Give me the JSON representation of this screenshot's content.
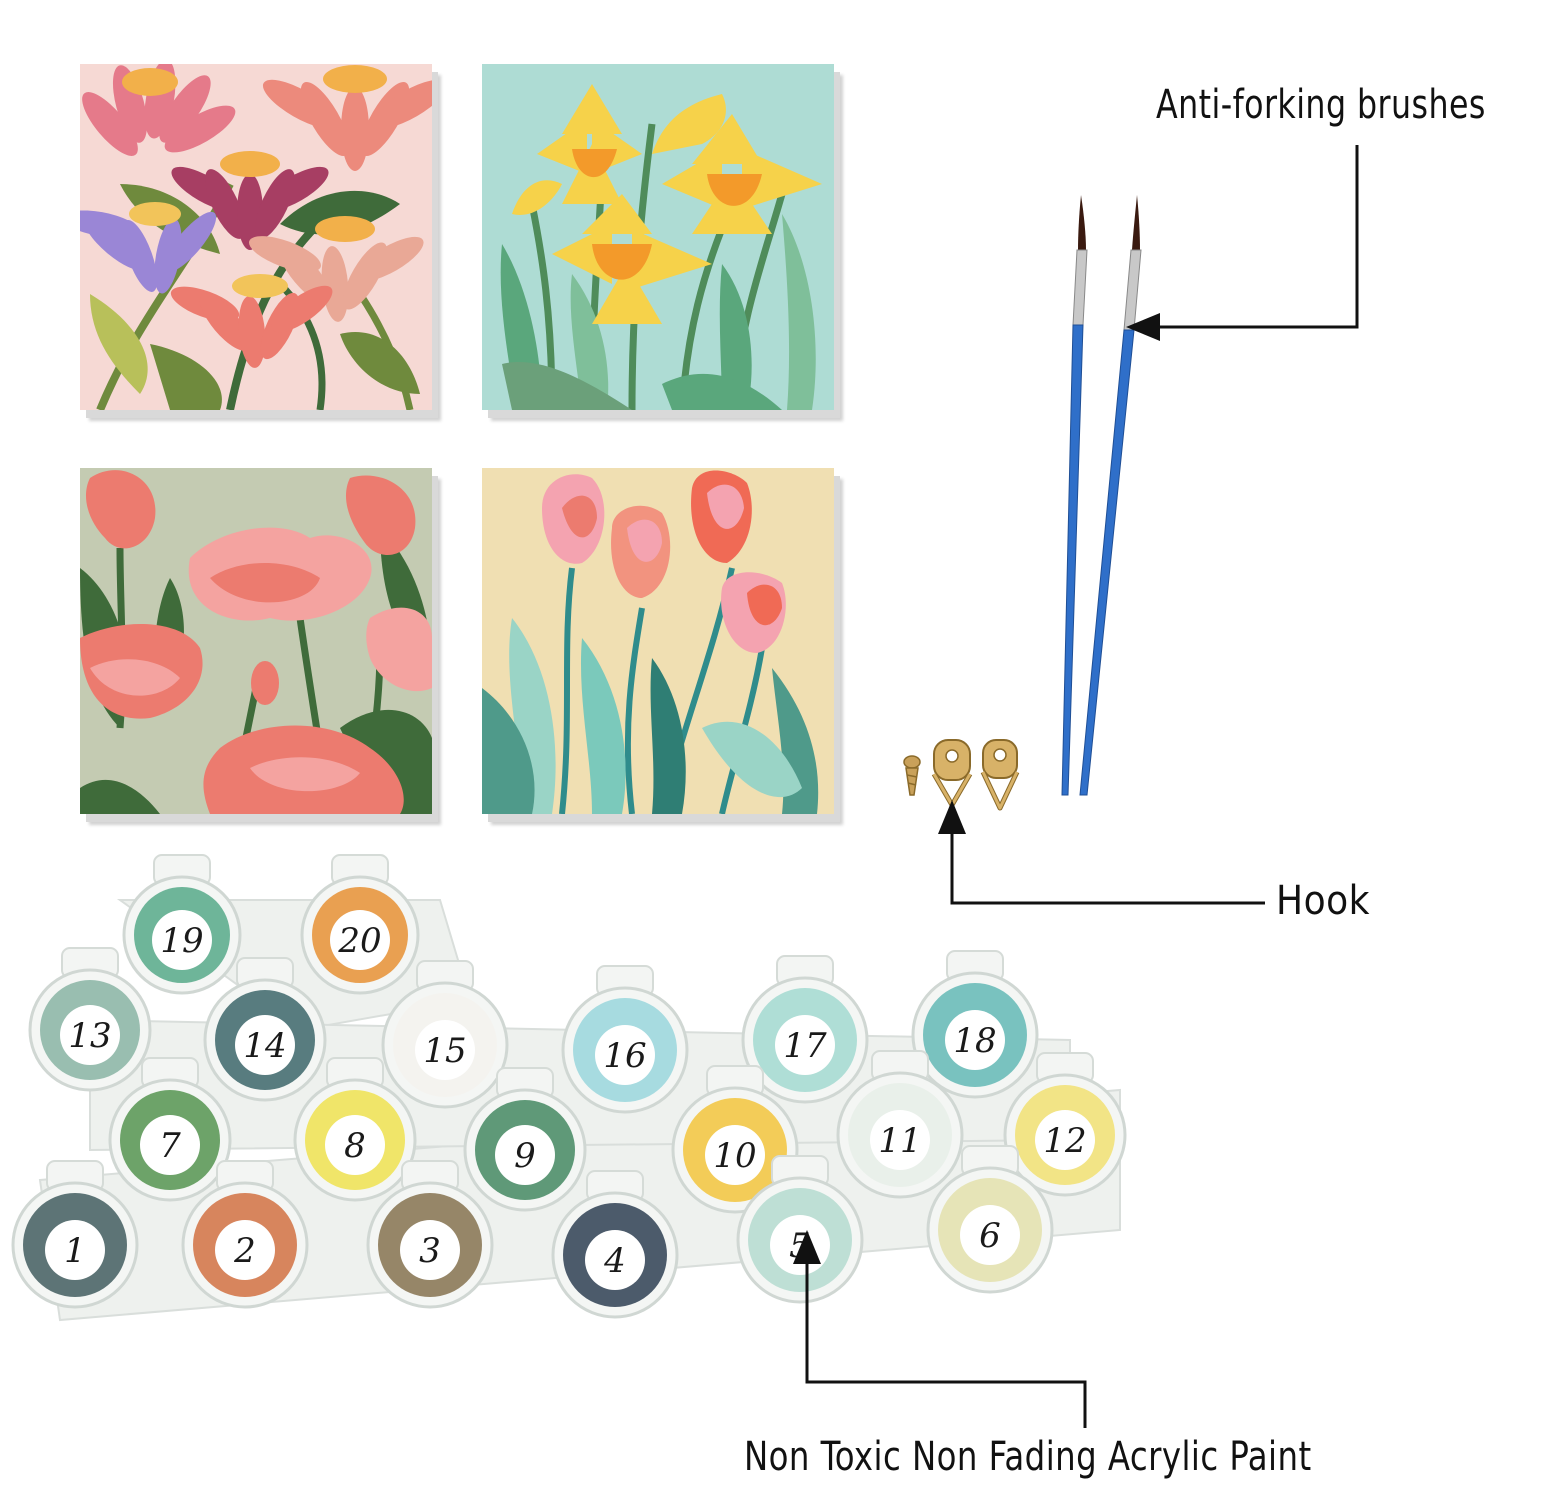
{
  "labels": {
    "brushes": "Anti-forking brushes",
    "hook": "Hook",
    "paint": "Non Toxic Non Fading Acrylic Paint"
  },
  "paintings": [
    {
      "name": "coneflowers",
      "background": "#f6d9d4"
    },
    {
      "name": "daffodils",
      "background": "#aedcd4"
    },
    {
      "name": "poppies",
      "background": "#c4cbb2"
    },
    {
      "name": "tulips",
      "background": "#f0dfb2"
    }
  ],
  "paint_pots": [
    {
      "number": "19",
      "color": "#5fae8f"
    },
    {
      "number": "20",
      "color": "#e8973f"
    },
    {
      "number": "13",
      "color": "#8fb8a8"
    },
    {
      "number": "14",
      "color": "#476f72"
    },
    {
      "number": "15",
      "color": "#f4f3ee"
    },
    {
      "number": "16",
      "color": "#9fd8de"
    },
    {
      "number": "17",
      "color": "#a7dcd3"
    },
    {
      "number": "18",
      "color": "#6bbdb9"
    },
    {
      "number": "7",
      "color": "#5e9a5a"
    },
    {
      "number": "8",
      "color": "#efe35a"
    },
    {
      "number": "9",
      "color": "#4f8f6a"
    },
    {
      "number": "10",
      "color": "#f3c847"
    },
    {
      "number": "11",
      "color": "#e8efe9"
    },
    {
      "number": "12",
      "color": "#f2e27a"
    },
    {
      "number": "1",
      "color": "#4d6668"
    },
    {
      "number": "2",
      "color": "#d4794d"
    },
    {
      "number": "3",
      "color": "#8c7a59"
    },
    {
      "number": "4",
      "color": "#3a4a5c"
    },
    {
      "number": "5",
      "color": "#b8ddd2"
    },
    {
      "number": "6",
      "color": "#e4e2b0"
    }
  ],
  "colors": {
    "brush_handle": "#2f6fc9",
    "brush_ferrule": "#c8c8c8",
    "hook_metal": "#c9a15a"
  }
}
